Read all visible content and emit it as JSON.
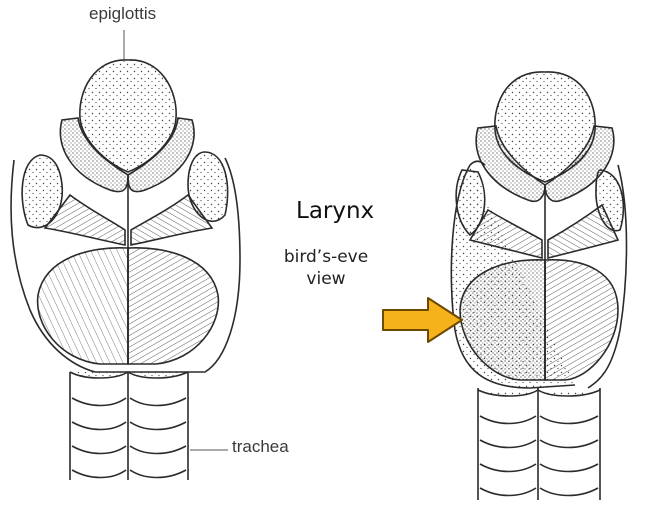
{
  "labels": {
    "epiglottis": "epiglottis",
    "trachea": "trachea",
    "title": "Larynx",
    "subtitle": "bird’s-eve view"
  },
  "colors": {
    "ink": "#2b2b2b",
    "arrow_fill": "#f5b21b",
    "arrow_stroke": "#6b4a00",
    "background": "#ffffff"
  },
  "icons": {
    "pointer": "right-arrow-icon"
  }
}
